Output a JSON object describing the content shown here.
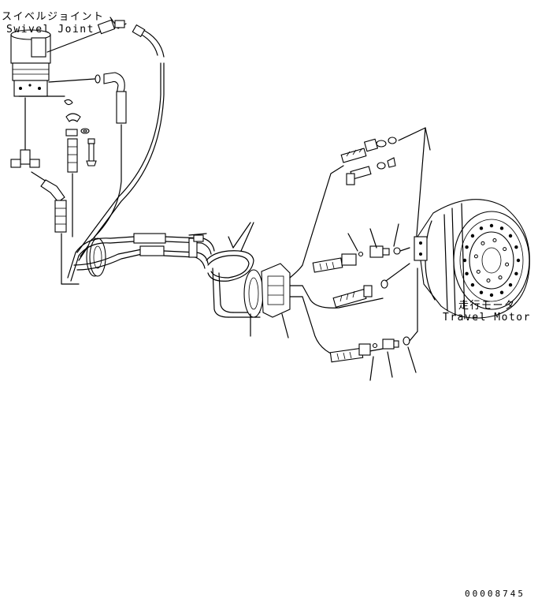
{
  "labels": {
    "swivel_joint_jp": "スイベルジョイント",
    "swivel_joint_en": "Swivel Joint",
    "travel_motor_jp": "走行モータ",
    "travel_motor_en": "Travel Motor"
  },
  "drawing_number": "00008745"
}
